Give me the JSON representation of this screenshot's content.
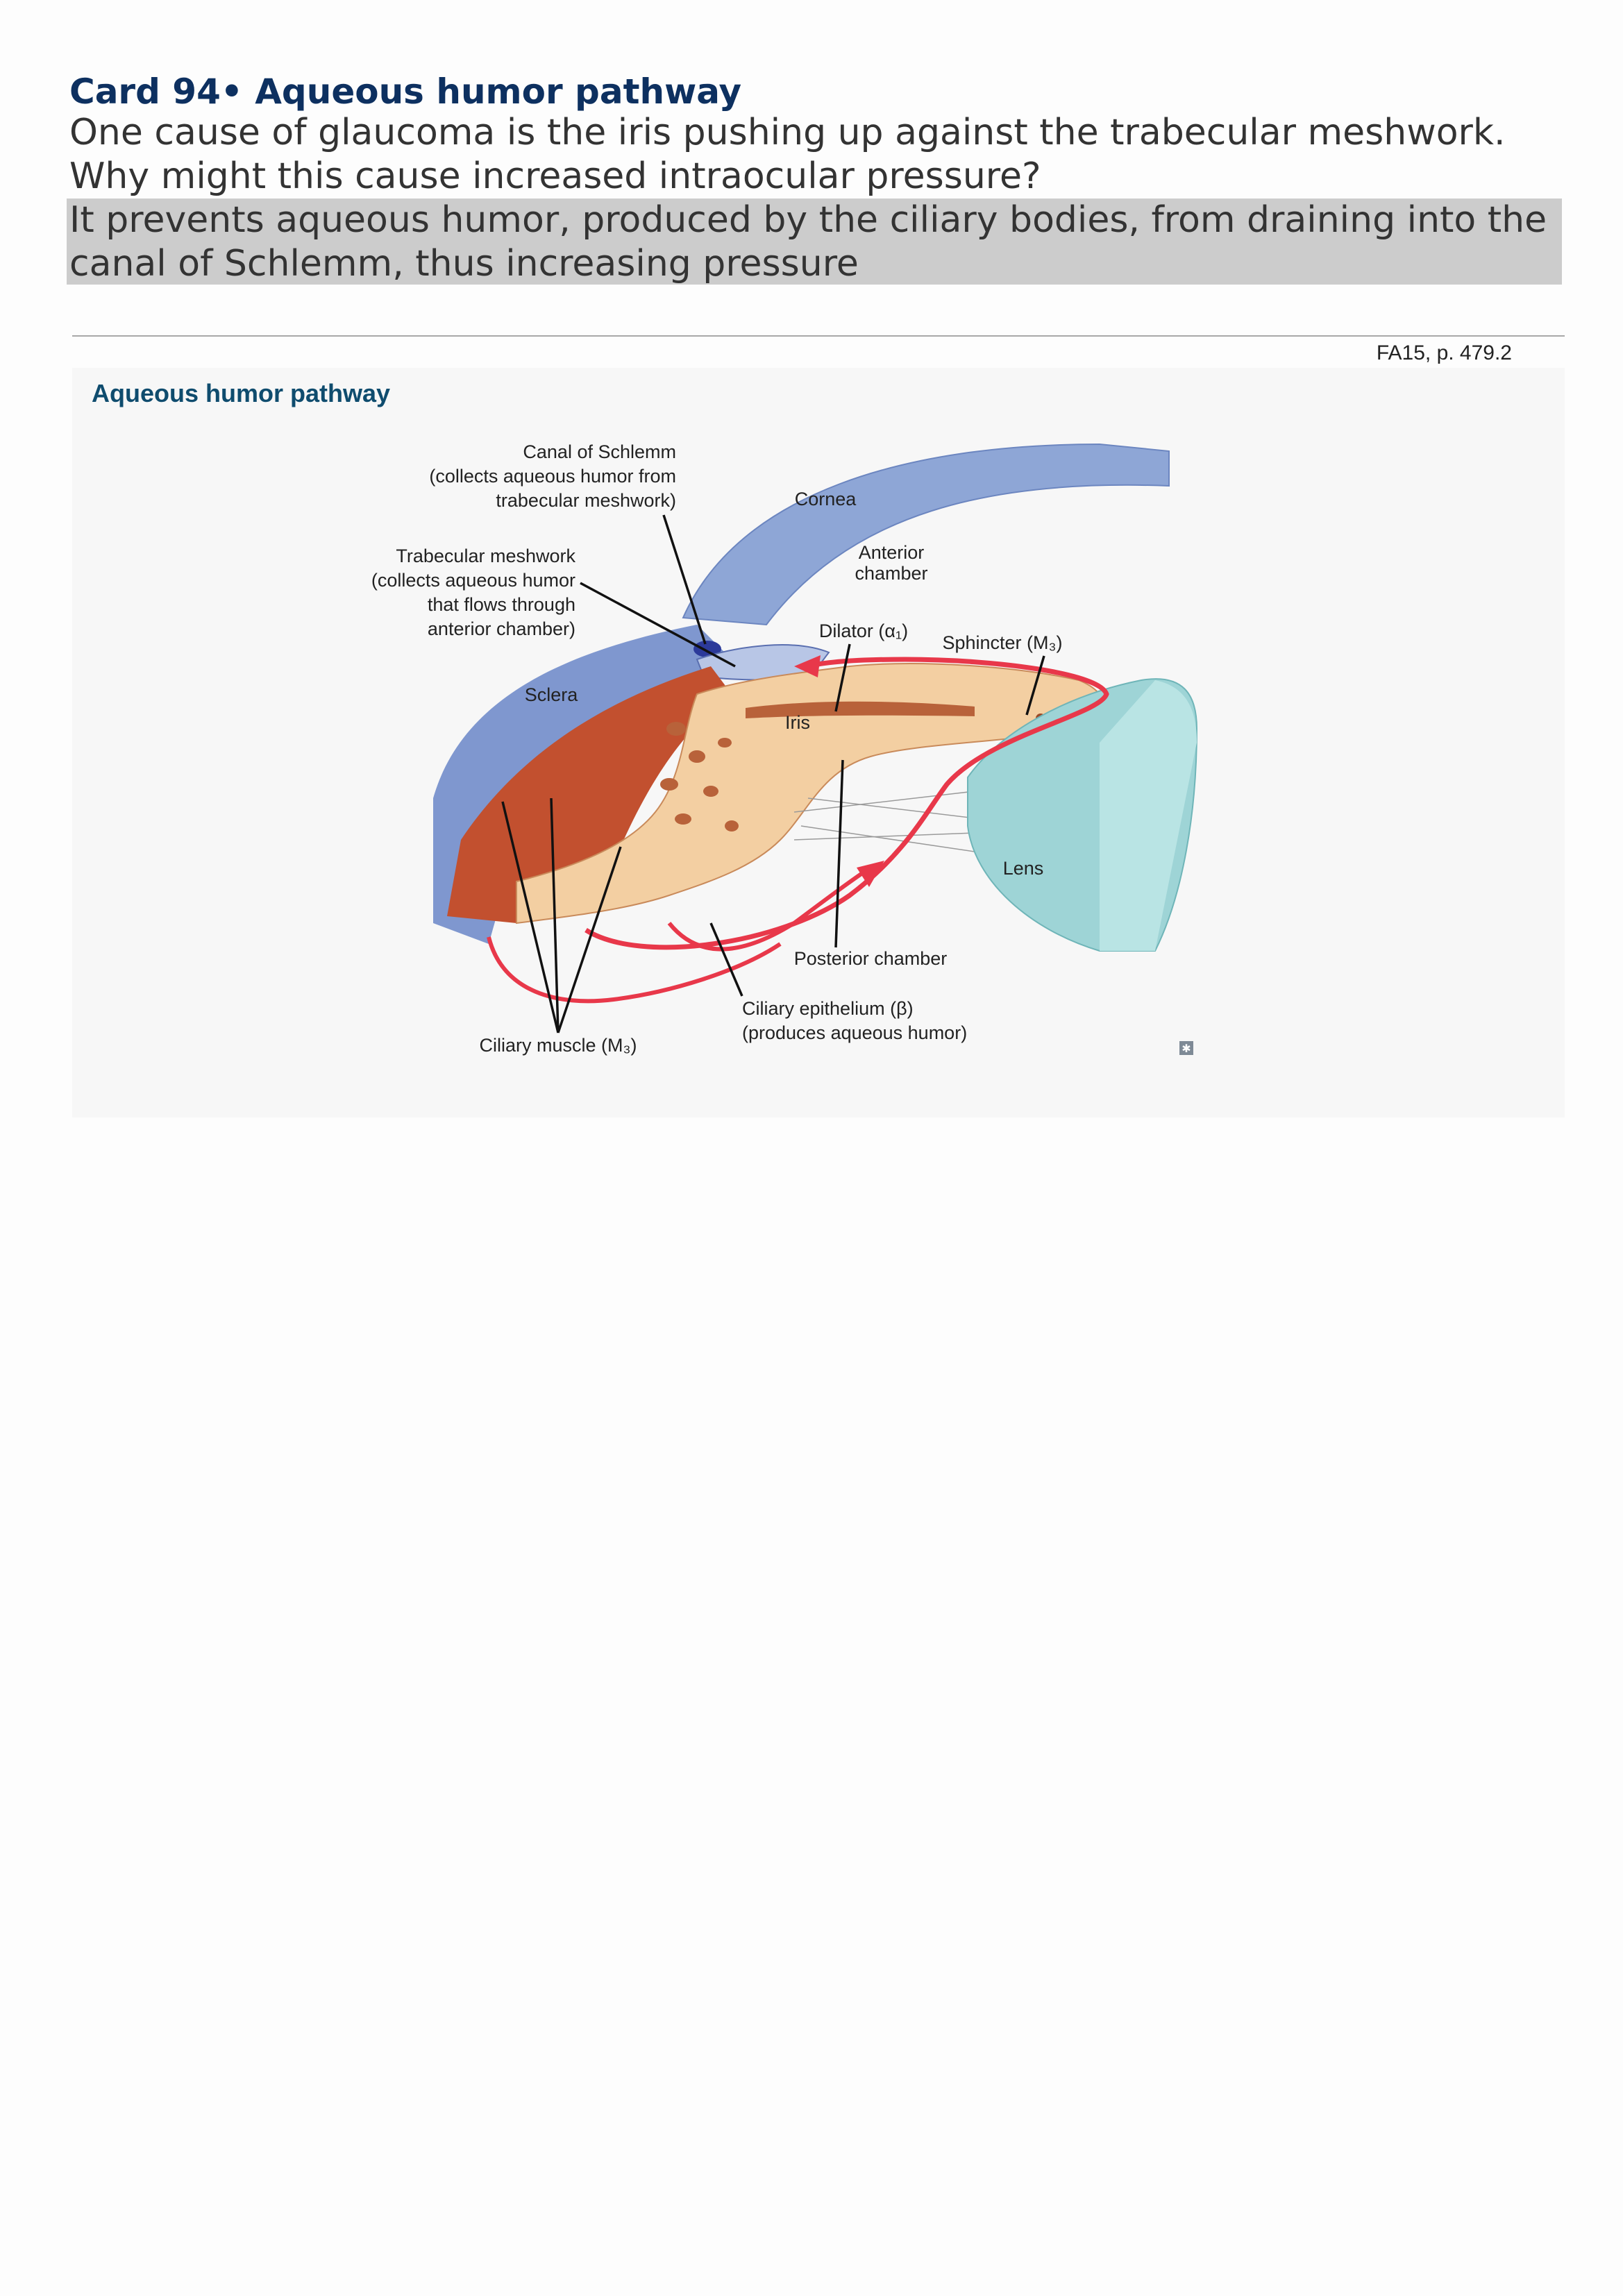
{
  "card": {
    "title": "Card 94• Aqueous humor pathway",
    "question_line1": "One cause of glaucoma is the iris pushing up against the trabecular meshwork.",
    "question_line2": "Why might this cause increased intraocular pressure?",
    "answer_line1": "It prevents aqueous humor, produced by the ciliary bodies, from draining into the",
    "answer_line2": "canal of Schlemm, thus increasing pressure"
  },
  "reference": "FA15, p. 479.2",
  "figure": {
    "title": "Aqueous humor pathway",
    "labels": {
      "canal_l1": "Canal of Schlemm",
      "canal_l2": "(collects aqueous humor from",
      "canal_l3": "trabecular meshwork)",
      "tm_l1": "Trabecular meshwork",
      "tm_l2": "(collects aqueous humor",
      "tm_l3": "that flows through",
      "tm_l4": "anterior chamber)",
      "cornea": "Cornea",
      "anterior_l1": "Anterior",
      "anterior_l2": "chamber",
      "dilator": "Dilator (α₁)",
      "sphincter": "Sphincter (M₃)",
      "sclera": "Sclera",
      "iris": "Iris",
      "lens": "Lens",
      "posterior": "Posterior chamber",
      "epi_l1": "Ciliary epithelium (β)",
      "epi_l2": "(produces aqueous humor)",
      "ciliary_muscle": "Ciliary muscle (M₃)"
    },
    "colors": {
      "cornea": "#8ea6d6",
      "sclera": "#7f97cf",
      "muscle": "#c2502f",
      "iris": "#f3cfa2",
      "lens": "#9ed4d6",
      "flow": "#e8384a"
    }
  }
}
